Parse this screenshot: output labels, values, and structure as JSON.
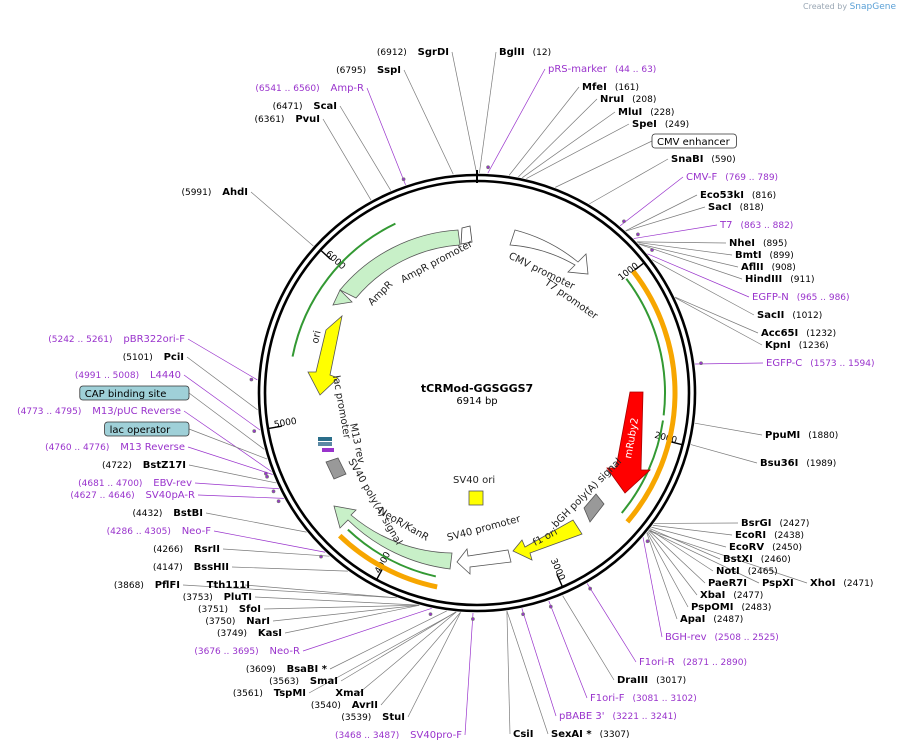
{
  "branding": {
    "created_by": "Created by",
    "app": "SnapGene"
  },
  "plasmid": {
    "name": "tCRMod-GGSGGS7",
    "length": "6914 bp"
  },
  "ruler": [
    {
      "label": "1000",
      "pos": 1000
    },
    {
      "label": "2000",
      "pos": 2000
    },
    {
      "label": "3000",
      "pos": 3000
    },
    {
      "label": "4000",
      "pos": 4000
    },
    {
      "label": "5000",
      "pos": 5000
    },
    {
      "label": "6000",
      "pos": 6000
    }
  ],
  "colors": {
    "ampr": "#c8f0c8",
    "ori": "#ffff00",
    "mruby": "#ff0000",
    "primer": "#9933cc",
    "arc_orange": "#f7a600",
    "arc_green": "#339933",
    "gray_feature": "#999999",
    "box_blue": "#9fd0d8"
  },
  "features": {
    "ampr_promoter": "AmpR promoter",
    "ampr": "AmpR",
    "ori": "ori",
    "cmv_promoter": "CMV promoter",
    "t7_promoter": "T7 promoter",
    "mruby2": "mRuby2",
    "bgh": "bGH poly(A) signal",
    "f1_ori": "f1 ori",
    "sv40_promoter": "SV40 promoter",
    "sv40_ori": "SV40 ori",
    "neor": "NeoR/KanR",
    "sv40_polya": "SV40 poly(A) signal",
    "m13_rev": "M13 rev",
    "lac_promoter": "lac promoter"
  },
  "right_labels": [
    {
      "name": "BglII",
      "pos": "(12)",
      "kind": "enzyme"
    },
    {
      "name": "pRS-marker",
      "pos": "(44 .. 63)",
      "kind": "primer"
    },
    {
      "name": "MfeI",
      "pos": "(161)",
      "kind": "enzyme"
    },
    {
      "name": "NruI",
      "pos": "(208)",
      "kind": "enzyme"
    },
    {
      "name": "MluI",
      "pos": "(228)",
      "kind": "enzyme"
    },
    {
      "name": "SpeI",
      "pos": "(249)",
      "kind": "enzyme"
    },
    {
      "name": "CMV enhancer",
      "pos": "",
      "kind": "box_white"
    },
    {
      "name": "SnaBI",
      "pos": "(590)",
      "kind": "enzyme"
    },
    {
      "name": "CMV-F",
      "pos": "(769 .. 789)",
      "kind": "primer"
    },
    {
      "name": "Eco53kI",
      "pos": "(816)",
      "kind": "enzyme"
    },
    {
      "name": "SacI",
      "pos": "(818)",
      "kind": "enzyme"
    },
    {
      "name": "T7",
      "pos": "(863 .. 882)",
      "kind": "primer"
    },
    {
      "name": "NheI",
      "pos": "(895)",
      "kind": "enzyme"
    },
    {
      "name": "BmtI",
      "pos": "(899)",
      "kind": "enzyme"
    },
    {
      "name": "AflII",
      "pos": "(908)",
      "kind": "enzyme"
    },
    {
      "name": "HindIII",
      "pos": "(911)",
      "kind": "enzyme"
    },
    {
      "name": "EGFP-N",
      "pos": "(965 .. 986)",
      "kind": "primer"
    },
    {
      "name": "SacII",
      "pos": "(1012)",
      "kind": "enzyme"
    },
    {
      "name": "Acc65I",
      "pos": "(1232)",
      "kind": "enzyme"
    },
    {
      "name": "KpnI",
      "pos": "(1236)",
      "kind": "enzyme"
    },
    {
      "name": "EGFP-C",
      "pos": "(1573 .. 1594)",
      "kind": "primer"
    },
    {
      "name": "PpuMI",
      "pos": "(1880)",
      "kind": "enzyme"
    },
    {
      "name": "Bsu36I",
      "pos": "(1989)",
      "kind": "enzyme"
    },
    {
      "name": "BsrGI",
      "pos": "(2427)",
      "kind": "enzyme"
    },
    {
      "name": "EcoRI",
      "pos": "(2438)",
      "kind": "enzyme"
    },
    {
      "name": "EcoRV",
      "pos": "(2450)",
      "kind": "enzyme"
    },
    {
      "name": "BstXI",
      "pos": "(2460)",
      "kind": "enzyme"
    },
    {
      "name": "NotI",
      "pos": "(2465)",
      "kind": "enzyme"
    },
    {
      "name": "PaeR7I",
      "pos": "",
      "kind": "enzyme"
    },
    {
      "name": "PspXI",
      "pos": "",
      "kind": "enzyme"
    },
    {
      "name": "XhoI",
      "pos": "(2471)",
      "kind": "enzyme"
    },
    {
      "name": "XbaI",
      "pos": "(2477)",
      "kind": "enzyme"
    },
    {
      "name": "PspOMI",
      "pos": "(2483)",
      "kind": "enzyme"
    },
    {
      "name": "ApaI",
      "pos": "(2487)",
      "kind": "enzyme"
    },
    {
      "name": "BGH-rev",
      "pos": "(2508 .. 2525)",
      "kind": "primer"
    },
    {
      "name": "F1ori-R",
      "pos": "(2871 .. 2890)",
      "kind": "primer"
    },
    {
      "name": "DraIII",
      "pos": "(3017)",
      "kind": "enzyme"
    },
    {
      "name": "F1ori-F",
      "pos": "(3081 .. 3102)",
      "kind": "primer"
    },
    {
      "name": "pBABE 3'",
      "pos": "(3221 .. 3241)",
      "kind": "primer"
    },
    {
      "name": "CsiI",
      "pos": "",
      "kind": "enzyme"
    },
    {
      "name": "SexAI *",
      "pos": "(3307)",
      "kind": "enzyme"
    }
  ],
  "left_labels": [
    {
      "name": "SgrDI",
      "pos": "(6912)",
      "kind": "enzyme"
    },
    {
      "name": "SspI",
      "pos": "(6795)",
      "kind": "enzyme"
    },
    {
      "name": "Amp-R",
      "pos": "(6541 .. 6560)",
      "kind": "primer"
    },
    {
      "name": "ScaI",
      "pos": "(6471)",
      "kind": "enzyme"
    },
    {
      "name": "PvuI",
      "pos": "(6361)",
      "kind": "enzyme"
    },
    {
      "name": "AhdI",
      "pos": "(5991)",
      "kind": "enzyme"
    },
    {
      "name": "pBR322ori-F",
      "pos": "(5242 .. 5261)",
      "kind": "primer"
    },
    {
      "name": "PciI",
      "pos": "(5101)",
      "kind": "enzyme"
    },
    {
      "name": "L4440",
      "pos": "(4991 .. 5008)",
      "kind": "primer"
    },
    {
      "name": "CAP binding site",
      "pos": "",
      "kind": "box_blue"
    },
    {
      "name": "M13/pUC Reverse",
      "pos": "(4773 .. 4795)",
      "kind": "primer"
    },
    {
      "name": "lac operator",
      "pos": "",
      "kind": "box_blue"
    },
    {
      "name": "M13 Reverse",
      "pos": "(4760 .. 4776)",
      "kind": "primer"
    },
    {
      "name": "BstZ17I",
      "pos": "(4722)",
      "kind": "enzyme"
    },
    {
      "name": "EBV-rev",
      "pos": "(4681 .. 4700)",
      "kind": "primer"
    },
    {
      "name": "SV40pA-R",
      "pos": "(4627 .. 4646)",
      "kind": "primer"
    },
    {
      "name": "BstBI",
      "pos": "(4432)",
      "kind": "enzyme"
    },
    {
      "name": "Neo-F",
      "pos": "(4286 .. 4305)",
      "kind": "primer"
    },
    {
      "name": "RsrII",
      "pos": "(4266)",
      "kind": "enzyme"
    },
    {
      "name": "BssHII",
      "pos": "(4147)",
      "kind": "enzyme"
    },
    {
      "name": "PflFI",
      "pos": "(3868)",
      "kind": "enzyme"
    },
    {
      "name": "Tth111I",
      "pos": "",
      "kind": "enzyme"
    },
    {
      "name": "PluTI",
      "pos": "(3753)",
      "kind": "enzyme"
    },
    {
      "name": "SfoI",
      "pos": "(3751)",
      "kind": "enzyme"
    },
    {
      "name": "NarI",
      "pos": "(3750)",
      "kind": "enzyme"
    },
    {
      "name": "KasI",
      "pos": "(3749)",
      "kind": "enzyme"
    },
    {
      "name": "Neo-R",
      "pos": "(3676 .. 3695)",
      "kind": "primer"
    },
    {
      "name": "BsaBI *",
      "pos": "(3609)",
      "kind": "enzyme"
    },
    {
      "name": "SmaI",
      "pos": "(3563)",
      "kind": "enzyme"
    },
    {
      "name": "TspMI",
      "pos": "(3561)",
      "kind": "enzyme"
    },
    {
      "name": "XmaI",
      "pos": "",
      "kind": "enzyme"
    },
    {
      "name": "AvrII",
      "pos": "(3540)",
      "kind": "enzyme"
    },
    {
      "name": "StuI",
      "pos": "(3539)",
      "kind": "enzyme"
    },
    {
      "name": "SV40pro-F",
      "pos": "(3468 .. 3487)",
      "kind": "primer"
    }
  ]
}
